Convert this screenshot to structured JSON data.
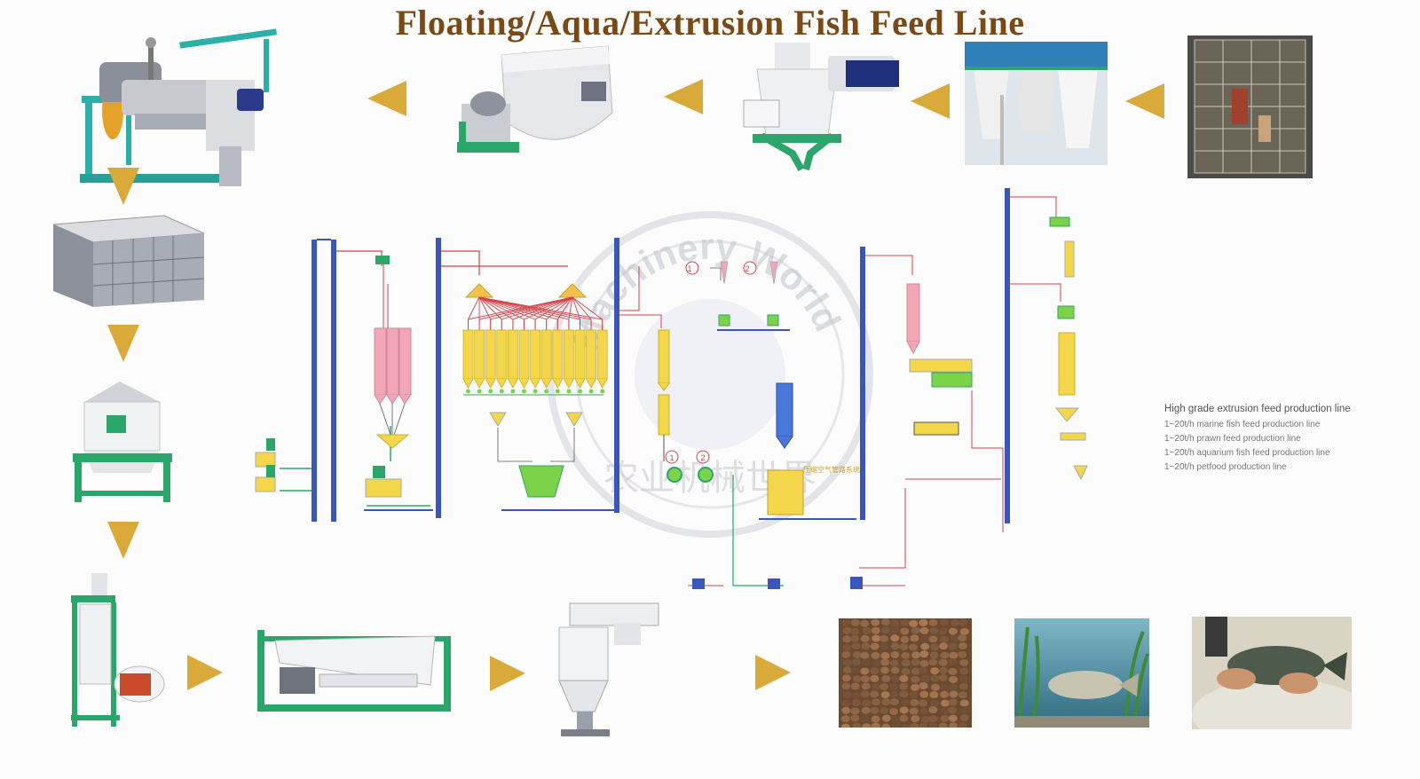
{
  "title": "Floating/Aqua/Extrusion Fish Feed Line",
  "legend": {
    "heading": "High grade extrusion feed production line",
    "items": [
      "1~20t/h marine fish feed production line",
      "1~20t/h prawn feed production line",
      "1~20t/h aquarium fish feed production line",
      "1~20t/h petfood production line"
    ]
  },
  "watermark": {
    "english": "Machinery World",
    "chinese": "农业机械世界"
  },
  "diagram_labels": {
    "marker_1": "1",
    "marker_2": "2",
    "station_note": "压缩空气管路系统"
  },
  "colors": {
    "title": "#7a4a16",
    "arrow": "#d9a93a",
    "machine_green": "#2aa66a",
    "pipe_red": "#d0444a",
    "pipe_blue": "#3a56b8",
    "bin_yellow": "#f3d64a",
    "bin_pink": "#f2a6b8"
  },
  "process_icons": [
    "extruder-icon",
    "mixer-icon",
    "pulverizer-icon",
    "silo-room-icon",
    "feed-plant-building-icon",
    "dryer-icon",
    "cooler-icon",
    "crumbler-icon",
    "rotary-sifter-icon",
    "packing-scale-icon",
    "feed-pellets-photo",
    "carp-aquarium-photo",
    "tilapia-in-hands-photo"
  ]
}
